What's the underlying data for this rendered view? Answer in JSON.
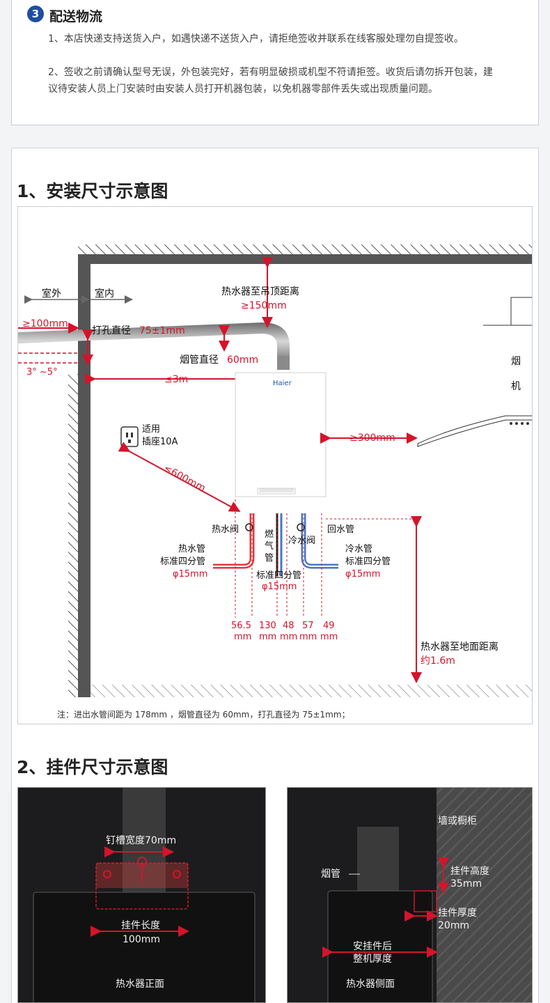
{
  "delivery": {
    "number": "3",
    "title": "配送物流",
    "para1": "1、本店快递支持送货入户，如遇快递不送货入户，请拒绝签收并联系在线客服处理勿自提签收。",
    "para2": "2、签收之前请确认型号无误，外包装完好，若有明显破损或机型不符请拒签。收货后请勿拆开包装，建议待安装人员上门安装时由安装人员打开机器包装，以免机器零部件丢失或出现质量问题。"
  },
  "section1": {
    "title": "1、安装尺寸示意图",
    "outdoor": "室外",
    "indoor": "室内",
    "to_ceiling": "热水器至吊顶距离",
    "to_ceiling_val": "≥150mm",
    "wall_dist": "≥100mm",
    "hole_label": "打孔直径",
    "hole_val": "75±1mm",
    "flue_label": "烟管直径",
    "flue_val": "60mm",
    "slope": "3° ~5°",
    "flue_len": "≤3m",
    "brand": "Haier",
    "hood_1": "烟",
    "hood_2": "机",
    "socket_1": "适用",
    "socket_2": "插座10A",
    "socket_dist": "≤600mm",
    "hood_dist": "≥300mm",
    "hot_valve": "热水阀",
    "gas_pipe": "燃气管",
    "cold_valve": "冷水阀",
    "return_pipe": "回水管",
    "hot_pipe_1": "热水管",
    "hot_pipe_2": "标准四分管",
    "hot_pipe_3": "φ15mm",
    "gas_std": "标准四分管",
    "gas_dia": "φ15mm",
    "cold_pipe_1": "冷水管",
    "cold_pipe_2": "标准四分管",
    "cold_pipe_3": "φ15mm",
    "spacings": [
      "56.5",
      "130",
      "48",
      "57",
      "49"
    ],
    "unit": "mm",
    "floor_label": "热水器至地面距离",
    "floor_val": "约1.6m",
    "note": "注：进出水管间距为 178mm ，烟管直径为 60mm，打孔直径为 75±1mm；"
  },
  "section2": {
    "title": "2、挂件尺寸示意图",
    "slot_width": "钉槽宽度70mm",
    "bracket_len_1": "挂件长度",
    "bracket_len_2": "100mm",
    "front_caption": "热水器正面",
    "wall_label": "墙或橱柜",
    "flue_label": "烟管",
    "bracket_h_1": "挂件高度",
    "bracket_h_2": "35mm",
    "bracket_t_1": "挂件厚度",
    "bracket_t_2": "20mm",
    "mount_1": "安挂件后",
    "mount_2": "整机厚度",
    "side_caption": "热水器侧面"
  },
  "colors": {
    "accent": "#1d4fa3",
    "dimension_red": "#d4142a",
    "hot_pipe": "#e8383d",
    "cold_pipe": "#4a78c8"
  }
}
